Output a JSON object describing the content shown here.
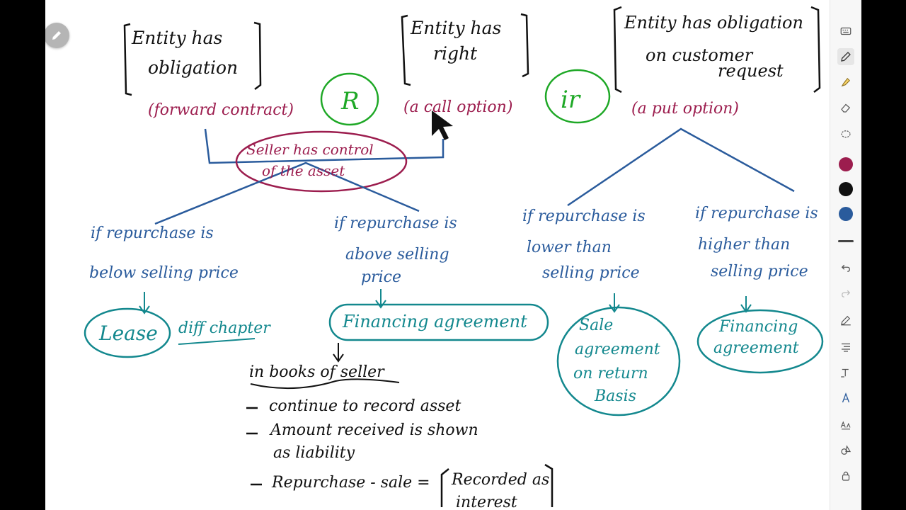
{
  "toolbar": {
    "tools": [
      {
        "name": "keyboard-icon"
      },
      {
        "name": "pen-icon"
      },
      {
        "name": "highlighter-icon"
      },
      {
        "name": "eraser-icon"
      },
      {
        "name": "lasso-icon"
      },
      {
        "name": "undo-icon"
      },
      {
        "name": "redo-icon"
      },
      {
        "name": "edit-pen-icon"
      },
      {
        "name": "text-format-icon"
      },
      {
        "name": "text-tool-icon"
      },
      {
        "name": "text-style-icon"
      },
      {
        "name": "text-size-icon"
      },
      {
        "name": "shapes-icon"
      },
      {
        "name": "lock-icon"
      }
    ],
    "colors": {
      "red": "#9c1d4e",
      "black": "#111111",
      "blue": "#2a5b9c"
    }
  },
  "notes": {
    "top_left": {
      "line1": "Entity has",
      "line2": "obligation",
      "note": "(forward contract)"
    },
    "top_mid": {
      "line1": "Entity has",
      "line2": "right",
      "note": "(a call option)"
    },
    "top_right": {
      "line1": "Entity has obligation",
      "line2": "on customer",
      "line3": "request",
      "note": "(a put option)"
    },
    "circle_r": "R",
    "circle_ir": "ir",
    "seller_control": {
      "line1": "Seller has control",
      "line2": "of the asset"
    },
    "branch1": {
      "line1": "if repurchase is",
      "line2": "below selling price",
      "result": "Lease",
      "side": "diff chapter"
    },
    "branch2": {
      "line1": "if repurchase is",
      "line2": "above selling",
      "line3": "price",
      "result": "Financing agreement"
    },
    "branch3": {
      "line1": "if repurchase is",
      "line2": "lower than",
      "line3": "selling price",
      "result1": "Sale",
      "result2": "agreement",
      "result3": "on return",
      "result4": "Basis"
    },
    "branch4": {
      "line1": "if repurchase is",
      "line2": "higher than",
      "line3": "selling price",
      "result1": "Financing",
      "result2": "agreement"
    },
    "books": {
      "heading": "in books of seller",
      "item1": "continue to record asset",
      "item2a": "Amount received is shown",
      "item2b": "as liability",
      "item3": "Repurchase - sale =",
      "item3r1": "Recorded as",
      "item3r2": "interest"
    }
  }
}
